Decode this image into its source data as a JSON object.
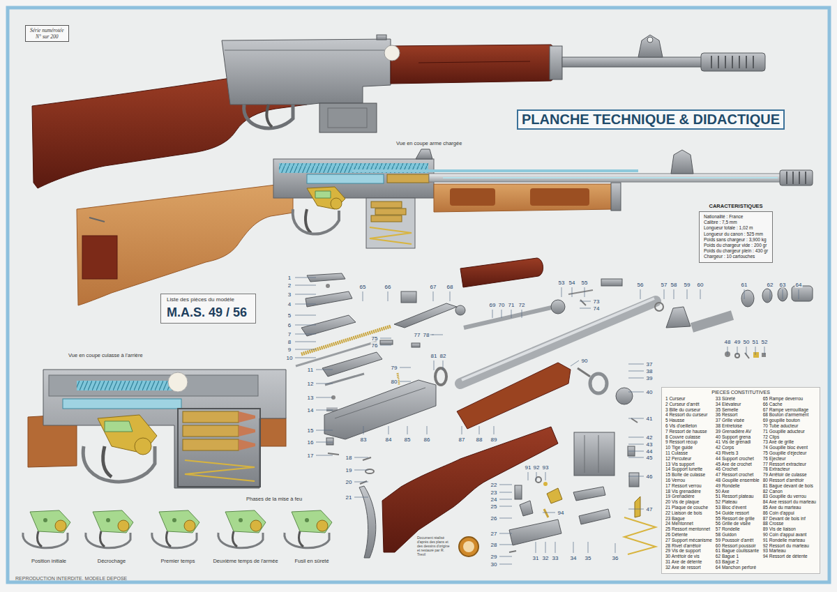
{
  "diagram": {
    "title": "PLANCHE TECHNIQUE & DIDACTIQUE",
    "nodes": [
      {
        "text": [
          "Série numérotée",
          "N° sur 200"
        ]
      },
      {
        "text": [
          "Liste des pièces du modèle",
          "M.A.S. 49 / 56"
        ]
      },
      {
        "text": [
          "CARACTERISTIQUES",
          "Nationalité : France",
          "Calibre : 7,5 mm",
          "Longueur totale : 1,02 m",
          "Longueur du canon : 525 mm",
          "Poids sans chargeur : 3,900 kg",
          "Poids du chargeur vide : 200 gr",
          "Poids du chargeur plein : 430 gr",
          "Chargeur : 10 cartouches"
        ]
      },
      {
        "text": [
          "PIECES CONSTITUTIVES",
          "1 Curseur",
          "2 Curseur d'arrêt",
          "3 Bille du curseur",
          "4 Ressort du curseur",
          "5 Hausse",
          "6 Vis d'oeilleton",
          "7 Ressort de hausse",
          "8 Couvre culasse",
          "9 Ressort récup",
          "10 Tige guide",
          "11 Culasse",
          "12 Percuteur",
          "13 Vis support",
          "14 Support lunette",
          "15 Boîte de culasse",
          "16 Verrou",
          "17 Ressort verrou",
          "18 Vis grenadière",
          "19 Grenadière",
          "20 Vis de plaque",
          "21 Plaque de couche",
          "22 Liaison de bois",
          "23 Bague",
          "24 Mentonnet",
          "25 Ressort mentonnet",
          "26 Détente",
          "27 Support mécanisme",
          "28 Rivet d'arrêtoir",
          "29 Vis de support",
          "30 Arrêtoir de vis",
          "31 Axe de détente",
          "32 Axe de ressort",
          "33 Sûreté",
          "34 Elévateur",
          "35 Semelle",
          "36 Ressort",
          "37 Grille visée",
          "38 Entretoise",
          "39 Grenadière AV",
          "40 Support grena",
          "41 Vis de grenadi",
          "42 Corps",
          "43 Rivets 3",
          "44 Support crochet",
          "45 Axe de crochet",
          "46 Crochet",
          "47 Ressort crochet",
          "48 Goupille ensemble",
          "49 Rondelle",
          "50 Axe",
          "51 Ressort plateau",
          "52 Plateau",
          "53 Bloc d'évent",
          "54 Guide ressort",
          "55 Ressort de grille",
          "56 Grille de visée",
          "57 Rondelle",
          "58 Guidon",
          "59 Poussoir d'arrêt",
          "60 Ressort poussoir",
          "61 Bague coulissante",
          "62 Bague 1",
          "63 Bague 2",
          "64 Manchon perforé",
          "65 Rampe deverrou",
          "66 Cache",
          "67 Rampe verrouillage",
          "68 Bouton d'armement",
          "69 goupille bouton",
          "70 Tube aducteur",
          "71 Goupille aducteur",
          "72 Clips",
          "73 Axe de grille",
          "74 Goupille bloc évent",
          "75 Goupille d'éjecteur",
          "76 Ejecteur",
          "77 Ressort extracteur",
          "78 Extracteur",
          "79 Arrêtoir de culasse",
          "80 Ressort d'arrêtoir",
          "81 Bague devant de bois",
          "82 Canon",
          "83 Goupille du verrou",
          "84 Axe ressort du marteau",
          "85 Axe du marteau",
          "86 Coin d'appui",
          "87 Devant de bois inf",
          "88 Crosse",
          "89 Vis de liaison",
          "90 Coin d'appui avant",
          "91 Rondelle marteau",
          "92 Ressort du marteau",
          "93 Marteau",
          "94 Ressort de détente"
        ]
      }
    ],
    "labels": [
      "Vue en coupe arme chargée",
      "Vue en coupe culasse à l'arrière",
      "Phases de la mise à feu",
      "Position initiale",
      "Décrochage",
      "Premier temps",
      "Deuxième temps de l'armée",
      "Fusil en sûreté",
      "REPRODUCTION INTERDITE. MODELE DEPOSE",
      "Document réalisé d'après des plans et des dessins d'origine et restauré par R. Trevil",
      "1",
      "2",
      "3",
      "4",
      "5",
      "6",
      "7",
      "8",
      "9",
      "10",
      "11",
      "12",
      "13",
      "14",
      "15",
      "16",
      "17",
      "18",
      "19",
      "20",
      "21",
      "22",
      "23",
      "24",
      "25",
      "26",
      "27",
      "28",
      "29",
      "30",
      "31",
      "32",
      "33",
      "34",
      "35",
      "36",
      "37",
      "38",
      "39",
      "40",
      "41",
      "42",
      "43",
      "44",
      "45",
      "46",
      "47",
      "48",
      "49",
      "50",
      "51",
      "52",
      "53",
      "54",
      "55",
      "56",
      "57",
      "58",
      "59",
      "60",
      "61",
      "62",
      "63",
      "64",
      "65",
      "66",
      "67",
      "68",
      "69",
      "70",
      "71",
      "72",
      "73",
      "74",
      "75",
      "76",
      "77",
      "78",
      "79",
      "80",
      "81",
      "82",
      "83",
      "84",
      "85",
      "86",
      "87",
      "88",
      "89",
      "90",
      "91",
      "92",
      "93",
      "94"
    ]
  }
}
